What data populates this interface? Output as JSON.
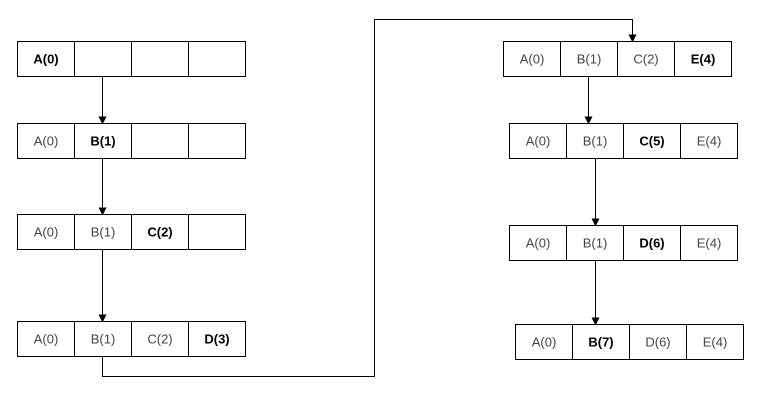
{
  "colors": {
    "line": "#000000",
    "cell_fill": "#ffffff",
    "text": "#444444",
    "highlight_text": "#000000"
  },
  "rows": [
    {
      "id": "left-1",
      "cells": [
        {
          "label": "A(0)",
          "highlight": true
        },
        {
          "label": "",
          "highlight": false
        },
        {
          "label": "",
          "highlight": false
        },
        {
          "label": "",
          "highlight": false
        }
      ]
    },
    {
      "id": "left-2",
      "cells": [
        {
          "label": "A(0)",
          "highlight": false
        },
        {
          "label": "B(1)",
          "highlight": true
        },
        {
          "label": "",
          "highlight": false
        },
        {
          "label": "",
          "highlight": false
        }
      ]
    },
    {
      "id": "left-3",
      "cells": [
        {
          "label": "A(0)",
          "highlight": false
        },
        {
          "label": "B(1)",
          "highlight": false
        },
        {
          "label": "C(2)",
          "highlight": true
        },
        {
          "label": "",
          "highlight": false
        }
      ]
    },
    {
      "id": "left-4",
      "cells": [
        {
          "label": "A(0)",
          "highlight": false
        },
        {
          "label": "B(1)",
          "highlight": false
        },
        {
          "label": "C(2)",
          "highlight": false
        },
        {
          "label": "D(3)",
          "highlight": true
        }
      ]
    },
    {
      "id": "right-1",
      "cells": [
        {
          "label": "A(0)",
          "highlight": false
        },
        {
          "label": "B(1)",
          "highlight": false
        },
        {
          "label": "C(2)",
          "highlight": false
        },
        {
          "label": "E(4)",
          "highlight": true
        }
      ]
    },
    {
      "id": "right-2",
      "cells": [
        {
          "label": "A(0)",
          "highlight": false
        },
        {
          "label": "B(1)",
          "highlight": false
        },
        {
          "label": "C(5)",
          "highlight": true
        },
        {
          "label": "E(4)",
          "highlight": false
        }
      ]
    },
    {
      "id": "right-3",
      "cells": [
        {
          "label": "A(0)",
          "highlight": false
        },
        {
          "label": "B(1)",
          "highlight": false
        },
        {
          "label": "D(6)",
          "highlight": true
        },
        {
          "label": "E(4)",
          "highlight": false
        }
      ]
    },
    {
      "id": "right-4",
      "cells": [
        {
          "label": "A(0)",
          "highlight": false
        },
        {
          "label": "B(7)",
          "highlight": true
        },
        {
          "label": "D(6)",
          "highlight": false
        },
        {
          "label": "E(4)",
          "highlight": false
        }
      ]
    }
  ]
}
